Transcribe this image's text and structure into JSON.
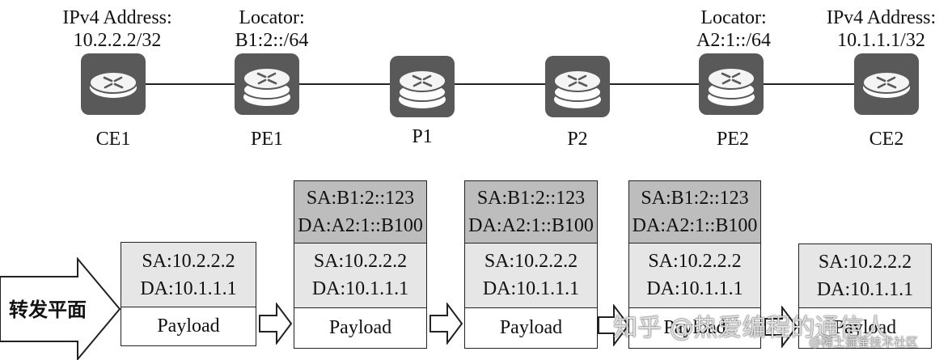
{
  "top_labels": {
    "ce1": [
      "IPv4 Address:",
      "10.2.2.2/32"
    ],
    "pe1": [
      "Locator:",
      "B1:2::/64"
    ],
    "pe2": [
      "Locator:",
      "A2:1::/64"
    ],
    "ce2": [
      "IPv4 Address:",
      "10.1.1.1/32"
    ]
  },
  "nodes": {
    "ce1": "CE1",
    "pe1": "PE1",
    "p1": "P1",
    "p2": "P2",
    "pe2": "PE2",
    "ce2": "CE2"
  },
  "forwarding_label": "转发平面",
  "packets": {
    "outer": [
      "SA:B1:2::123",
      "DA:A2:1::B100"
    ],
    "inner": [
      "SA:10.2.2.2",
      "DA:10.1.1.1"
    ],
    "payload": "Payload"
  },
  "watermark": {
    "main": "知乎 @热爱编程的通信人",
    "sub": "@稀土掘金技术社区"
  },
  "colors": {
    "router": "#595959",
    "outer_header": "#bdbdbd",
    "inner_header": "#e6e6e6"
  }
}
